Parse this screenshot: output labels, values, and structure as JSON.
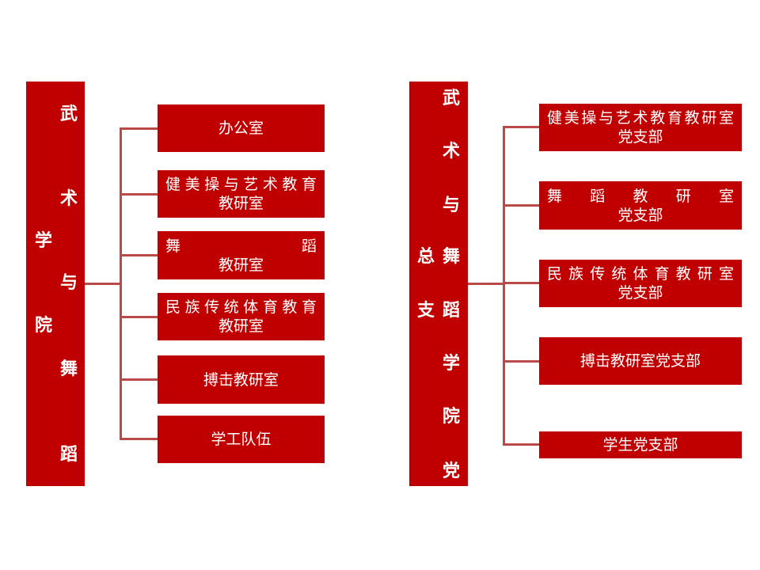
{
  "colors": {
    "box": "#C00000",
    "connector": "#B94A48"
  },
  "left": {
    "title_chars": [
      "武",
      "术",
      "与",
      "舞",
      "蹈",
      "学",
      "院"
    ],
    "boxes": [
      {
        "lines": [
          "办公室"
        ]
      },
      {
        "lines": [
          "健美操与艺术教育",
          "教研室"
        ]
      },
      {
        "lines": [
          "舞蹈",
          "教研室"
        ]
      },
      {
        "lines": [
          "民族传统体育教育",
          "教研室"
        ]
      },
      {
        "lines": [
          "搏击教研室"
        ]
      },
      {
        "lines": [
          "学工队伍"
        ]
      }
    ]
  },
  "right": {
    "title_chars": [
      "武",
      "术",
      "与",
      "舞",
      "蹈",
      "学",
      "院",
      "党",
      "总",
      "支"
    ],
    "boxes": [
      {
        "lines": [
          "健美操与艺术教育教研室",
          "党支部"
        ]
      },
      {
        "lines": [
          "舞蹈教研室",
          "党支部"
        ]
      },
      {
        "lines": [
          "民族传统体育教研室",
          "党支部"
        ]
      },
      {
        "lines": [
          "搏击教研室党支部"
        ]
      },
      {
        "lines": [
          "学生党支部"
        ]
      }
    ]
  }
}
